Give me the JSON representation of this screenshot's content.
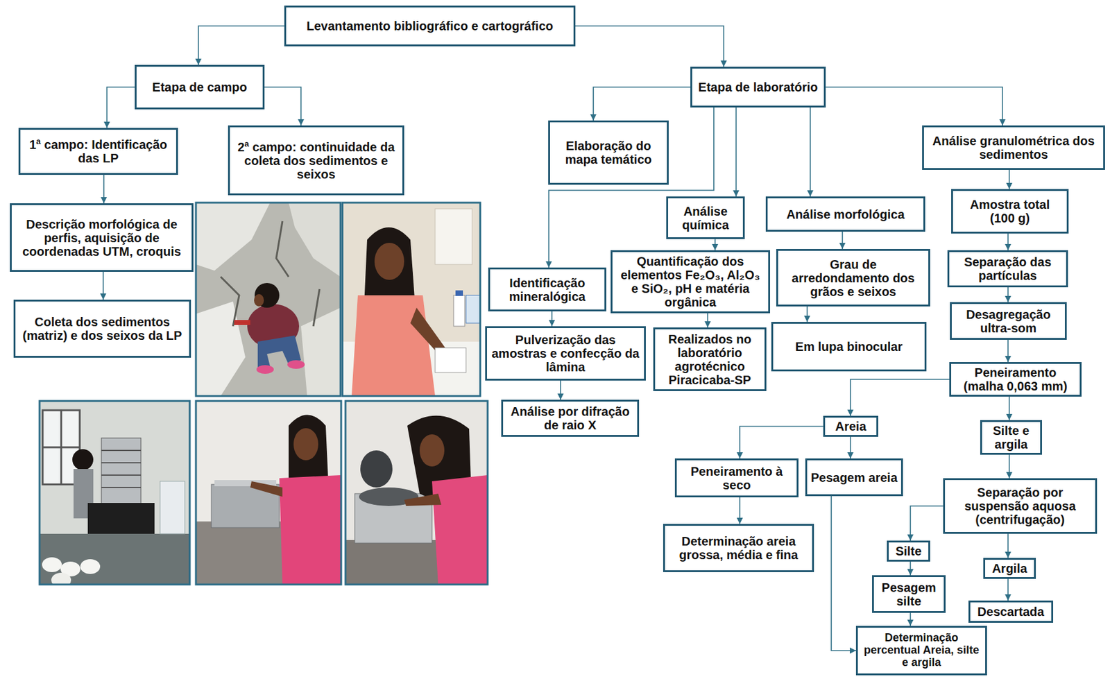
{
  "diagram": {
    "nodes": [
      {
        "text": [
          "Levantamento bibliográfico e cartográfico"
        ]
      },
      {
        "text": [
          "Etapa de campo"
        ]
      },
      {
        "text": [
          "Etapa de laboratório"
        ]
      },
      {
        "text": [
          "1ª campo: Identificação das LP"
        ]
      },
      {
        "text": [
          "2ª campo: continuidade da coleta dos sedimentos e seixos"
        ]
      },
      {
        "text": [
          "Elaboração do mapa temático"
        ]
      },
      {
        "text": [
          "Análise granulométrica dos sedimentos"
        ]
      },
      {
        "text": [
          "Descrição morfológica de perfis, aquisição de coordenadas UTM, croquis"
        ]
      },
      {
        "text": [
          "Análise química"
        ]
      },
      {
        "text": [
          "Análise morfológica"
        ]
      },
      {
        "text": [
          "Amostra total (100 g)"
        ]
      },
      {
        "text": [
          "Coleta dos sedimentos (matriz) e dos seixos da LP"
        ]
      },
      {
        "text": [
          "Quantificação dos elementos Fe₂O₃, Al₂O₃ e SiO₂, pH e matéria orgânica"
        ]
      },
      {
        "text": [
          "Grau de arredondamento dos grãos e seixos"
        ]
      },
      {
        "text": [
          "Identificação mineralógica"
        ]
      },
      {
        "text": [
          "Separação das partículas"
        ]
      },
      {
        "text": [
          "Desagregação ultra-som"
        ]
      },
      {
        "text": [
          "Pulverização das amostras e confecção da lâmina"
        ]
      },
      {
        "text": [
          "Realizados no laboratório agrotécnico Piracicaba-SP"
        ]
      },
      {
        "text": [
          "Em lupa binocular"
        ]
      },
      {
        "text": [
          "Peneiramento (malha 0,063 mm)"
        ]
      },
      {
        "text": [
          "Análise por difração de raio X"
        ]
      },
      {
        "text": [
          "Areia"
        ]
      },
      {
        "text": [
          "Silte e argila"
        ]
      },
      {
        "text": [
          "Peneiramento à seco"
        ]
      },
      {
        "text": [
          "Pesagem areia"
        ]
      },
      {
        "text": [
          "Separação por suspensão aquosa (centrifugação)"
        ]
      },
      {
        "text": [
          "Determinação areia grossa, média e fina"
        ]
      },
      {
        "text": [
          "Silte"
        ]
      },
      {
        "text": [
          "Argila"
        ]
      },
      {
        "text": [
          "Pesagem silte"
        ]
      },
      {
        "text": [
          "Descartada"
        ]
      },
      {
        "text": [
          "Determinação percentual Areia, silte e argila"
        ]
      }
    ],
    "edges": [
      {
        "from": 0,
        "to": 1,
        "arrow": "to"
      },
      {
        "from": 0,
        "to": 2,
        "arrow": "to"
      },
      {
        "from": 1,
        "to": 3,
        "arrow": "to"
      },
      {
        "from": 1,
        "to": 4,
        "arrow": "to"
      },
      {
        "from": 3,
        "to": 7,
        "arrow": "to"
      },
      {
        "from": 7,
        "to": 11,
        "arrow": "to"
      },
      {
        "from": 2,
        "to": 5,
        "arrow": "to"
      },
      {
        "from": 2,
        "to": 14,
        "arrow": "to"
      },
      {
        "from": 2,
        "to": 8,
        "arrow": "to"
      },
      {
        "from": 2,
        "to": 9,
        "arrow": "to"
      },
      {
        "from": 2,
        "to": 6,
        "arrow": "to"
      },
      {
        "from": 8,
        "to": 12,
        "arrow": "to"
      },
      {
        "from": 12,
        "to": 18,
        "arrow": "to"
      },
      {
        "from": 9,
        "to": 13,
        "arrow": "to"
      },
      {
        "from": 13,
        "to": 19,
        "arrow": "to"
      },
      {
        "from": 14,
        "to": 17,
        "arrow": "to"
      },
      {
        "from": 17,
        "to": 21,
        "arrow": "to"
      },
      {
        "from": 6,
        "to": 10,
        "arrow": "to"
      },
      {
        "from": 10,
        "to": 15,
        "arrow": "to"
      },
      {
        "from": 15,
        "to": 16,
        "arrow": "to"
      },
      {
        "from": 16,
        "to": 20,
        "arrow": "to"
      },
      {
        "from": 20,
        "to": 22,
        "arrow": "to"
      },
      {
        "from": 20,
        "to": 23,
        "arrow": "to"
      },
      {
        "from": 22,
        "to": 24,
        "arrow": "to"
      },
      {
        "from": 22,
        "to": 25,
        "arrow": "to"
      },
      {
        "from": 24,
        "to": 27,
        "arrow": "to"
      },
      {
        "from": 25,
        "to": 32,
        "arrow": "to"
      },
      {
        "from": 23,
        "to": 26,
        "arrow": "to"
      },
      {
        "from": 26,
        "to": 28,
        "arrow": "to"
      },
      {
        "from": 26,
        "to": 29,
        "arrow": "to"
      },
      {
        "from": 28,
        "to": 30,
        "arrow": "to"
      },
      {
        "from": 29,
        "to": 31,
        "arrow": "to"
      },
      {
        "from": 30,
        "to": 32,
        "arrow": "to"
      }
    ]
  }
}
